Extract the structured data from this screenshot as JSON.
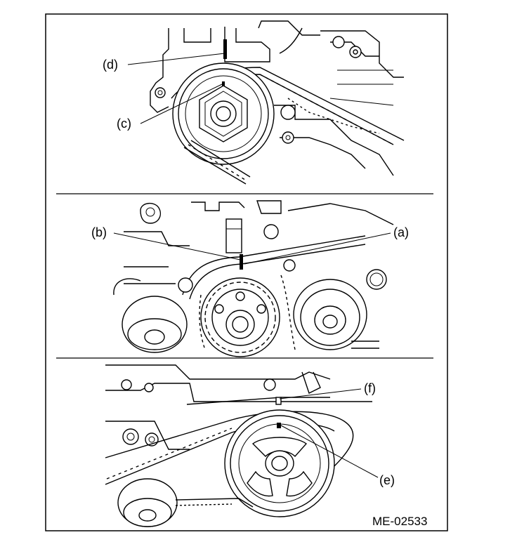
{
  "figure": {
    "reference_code": "ME-02533",
    "panels": [
      {
        "id": "top",
        "labels": [
          "(d)",
          "(c)"
        ]
      },
      {
        "id": "middle",
        "labels": [
          "(b)",
          "(a)"
        ]
      },
      {
        "id": "bottom",
        "labels": [
          "(f)",
          "(e)"
        ]
      }
    ]
  }
}
